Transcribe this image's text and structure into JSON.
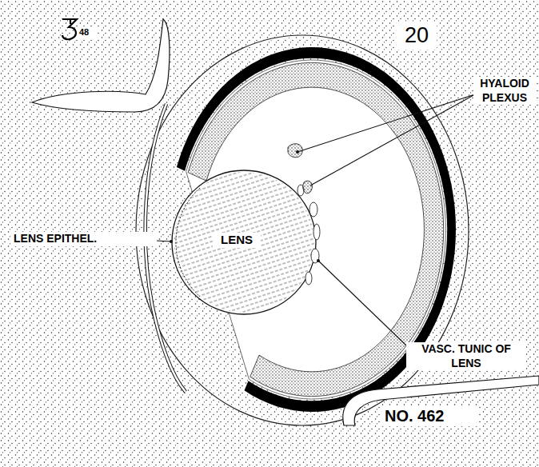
{
  "diagram": {
    "labels": [
      "20",
      "48",
      "HYALOID PLEXUS",
      "LENS EPITHEL.",
      "LENS",
      "VASC. TUNIC OF LENS",
      "NO. 462"
    ]
  }
}
